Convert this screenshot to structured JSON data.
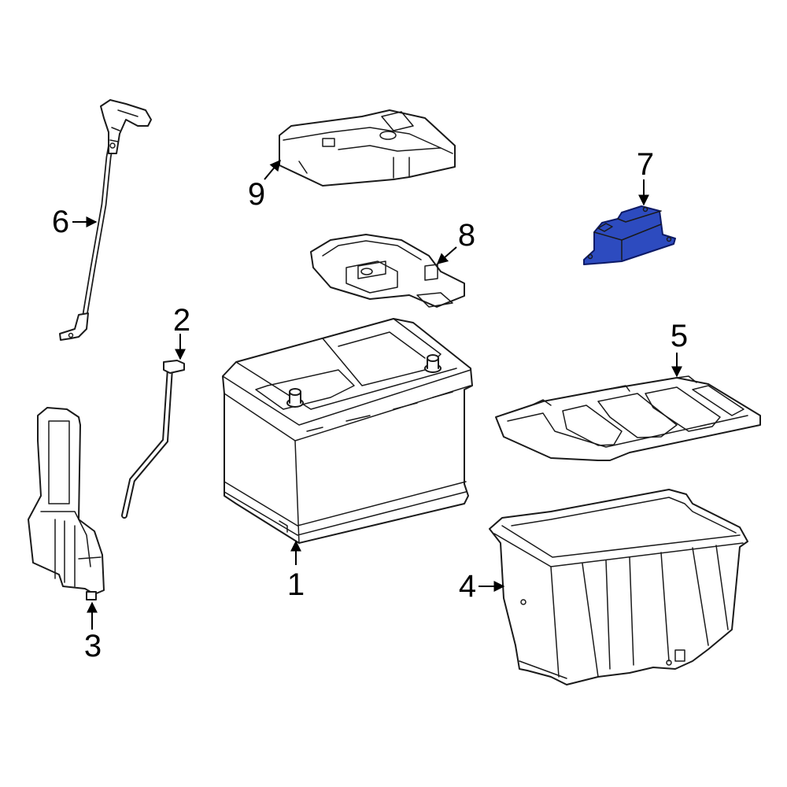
{
  "callouts": [
    {
      "id": "1",
      "label": "1"
    },
    {
      "id": "2",
      "label": "2"
    },
    {
      "id": "3",
      "label": "3"
    },
    {
      "id": "4",
      "label": "4"
    },
    {
      "id": "5",
      "label": "5"
    },
    {
      "id": "6",
      "label": "6"
    },
    {
      "id": "7",
      "label": "7"
    },
    {
      "id": "8",
      "label": "8"
    },
    {
      "id": "9",
      "label": "9"
    }
  ],
  "highlight": {
    "part": "7",
    "color": "#2d4bbf",
    "stroke": "#0d1a66"
  }
}
